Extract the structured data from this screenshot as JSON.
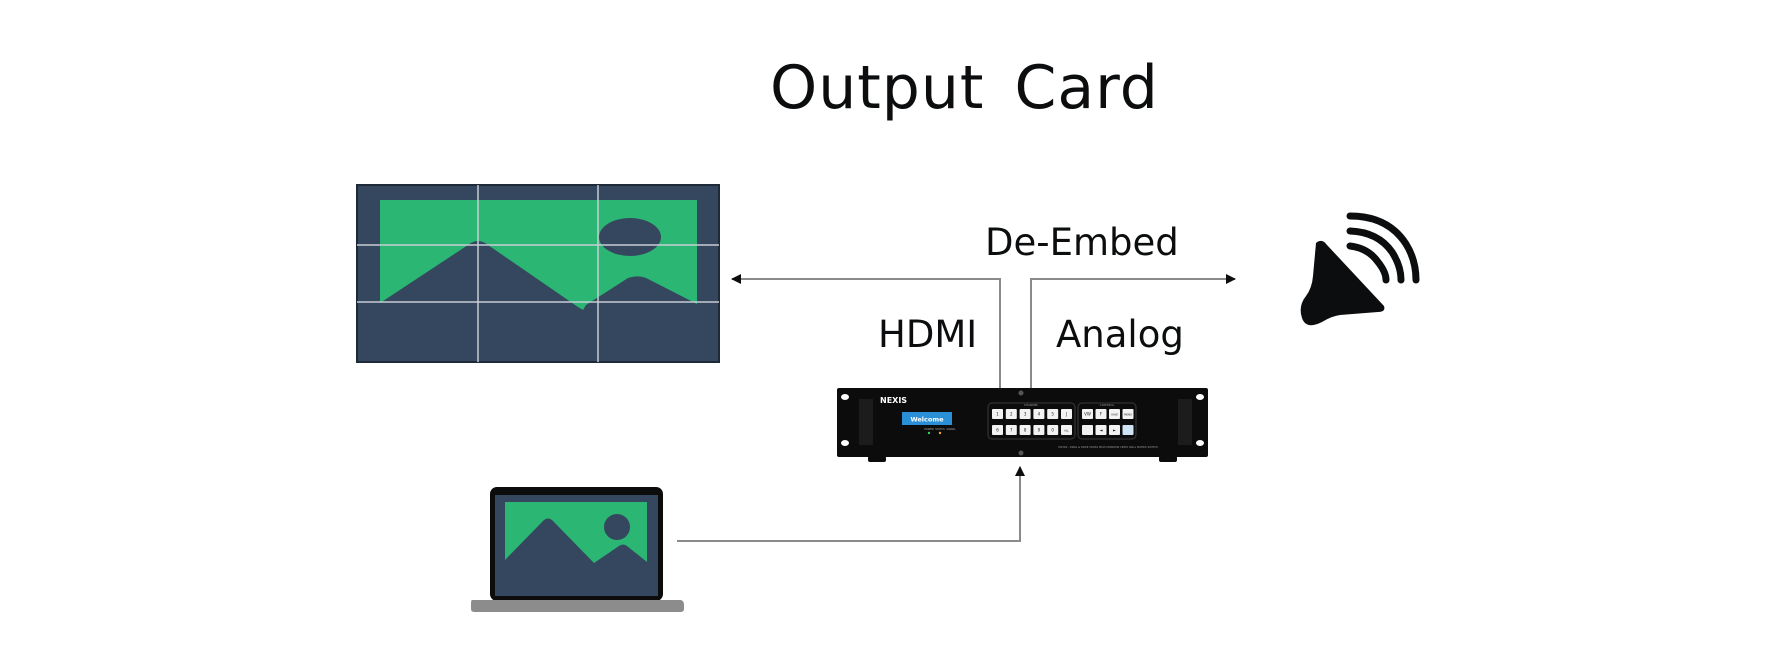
{
  "title": "Output Card",
  "labels": {
    "de_embed": "De-Embed",
    "hdmi": "HDMI",
    "analog": "Analog"
  },
  "device": {
    "brand": "NEXIS",
    "display_text": "Welcome",
    "channel_panel_label": "CHANNEL",
    "control_panel_label": "CONTROL",
    "channel_buttons_row1": [
      "1",
      "2",
      "3",
      "4",
      "5",
      "J"
    ],
    "channel_buttons_row2": [
      "6",
      "7",
      "8",
      "9",
      "0",
      "ALL"
    ],
    "control_buttons_row1": [
      "VW",
      "F",
      "SAVE",
      "MENU"
    ],
    "control_buttons_row2": [
      "",
      "◄",
      "►",
      ""
    ],
    "indicator_labels": [
      "POWER",
      "STATUS",
      "SIGNAL"
    ],
    "model_caption": "MX300 - DRAG & DROP CROSS MULTI-WINDOW VIDEO WALL MATRIX SWITCH"
  },
  "icons": {
    "video_wall": "video-wall-display-icon",
    "laptop": "laptop-icon",
    "speaker": "speaker-icon"
  },
  "colors": {
    "screen_dark": "#35475f",
    "image_green": "#2bb673",
    "line_gray": "#8a8a8a",
    "device_black": "#0c0c0c",
    "display_blue": "#2a8fd6",
    "text": "#0b0d0e"
  }
}
